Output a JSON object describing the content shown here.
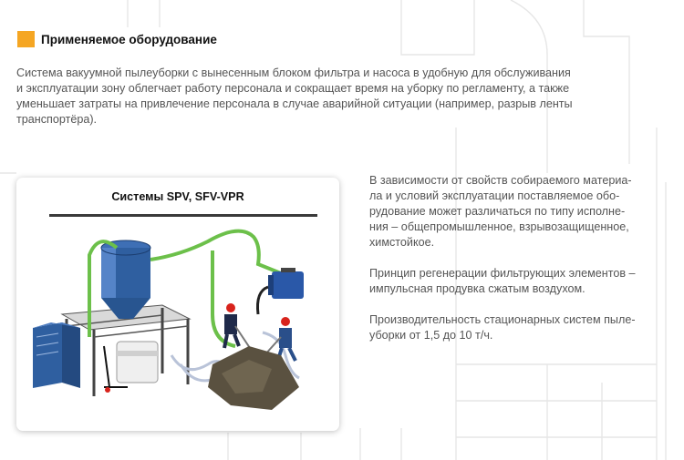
{
  "header": {
    "title": "Применяемое оборудование",
    "accent_color": "#f5a623"
  },
  "intro": {
    "line1": "Система вакуумной пылеуборки с вынесенным блоком фильтра и насоса в удобную для обслуживания",
    "line2": "и эксплуатации зону облегчает работу персонала и сокращает время на уборку по регламенту, а также",
    "line3": "уменьшает затраты на привлечение персонала в случае аварийной ситуации (например, разрыв ленты",
    "line4": "транспортёра)."
  },
  "card": {
    "title": "Системы SPV, SFV-VPR"
  },
  "details": {
    "p1": {
      "line1": "В зависимости от свойств собираемого материа-",
      "line2": "ла и условий эксплуатации поставляемое обо-",
      "line3": "рудование может различаться по типу исполне-",
      "line4": "ния – общепромышленное, взрывозащищенное,",
      "line5": "химстойкое."
    },
    "p2": {
      "line1": "Принцип регенерации фильтрующих элементов –",
      "line2": "импульсная продувка сжатым воздухом."
    },
    "p3": {
      "line1": "Производительность стационарных систем пыле-",
      "line2": "уборки от 1,5 до 10 т/ч."
    }
  }
}
